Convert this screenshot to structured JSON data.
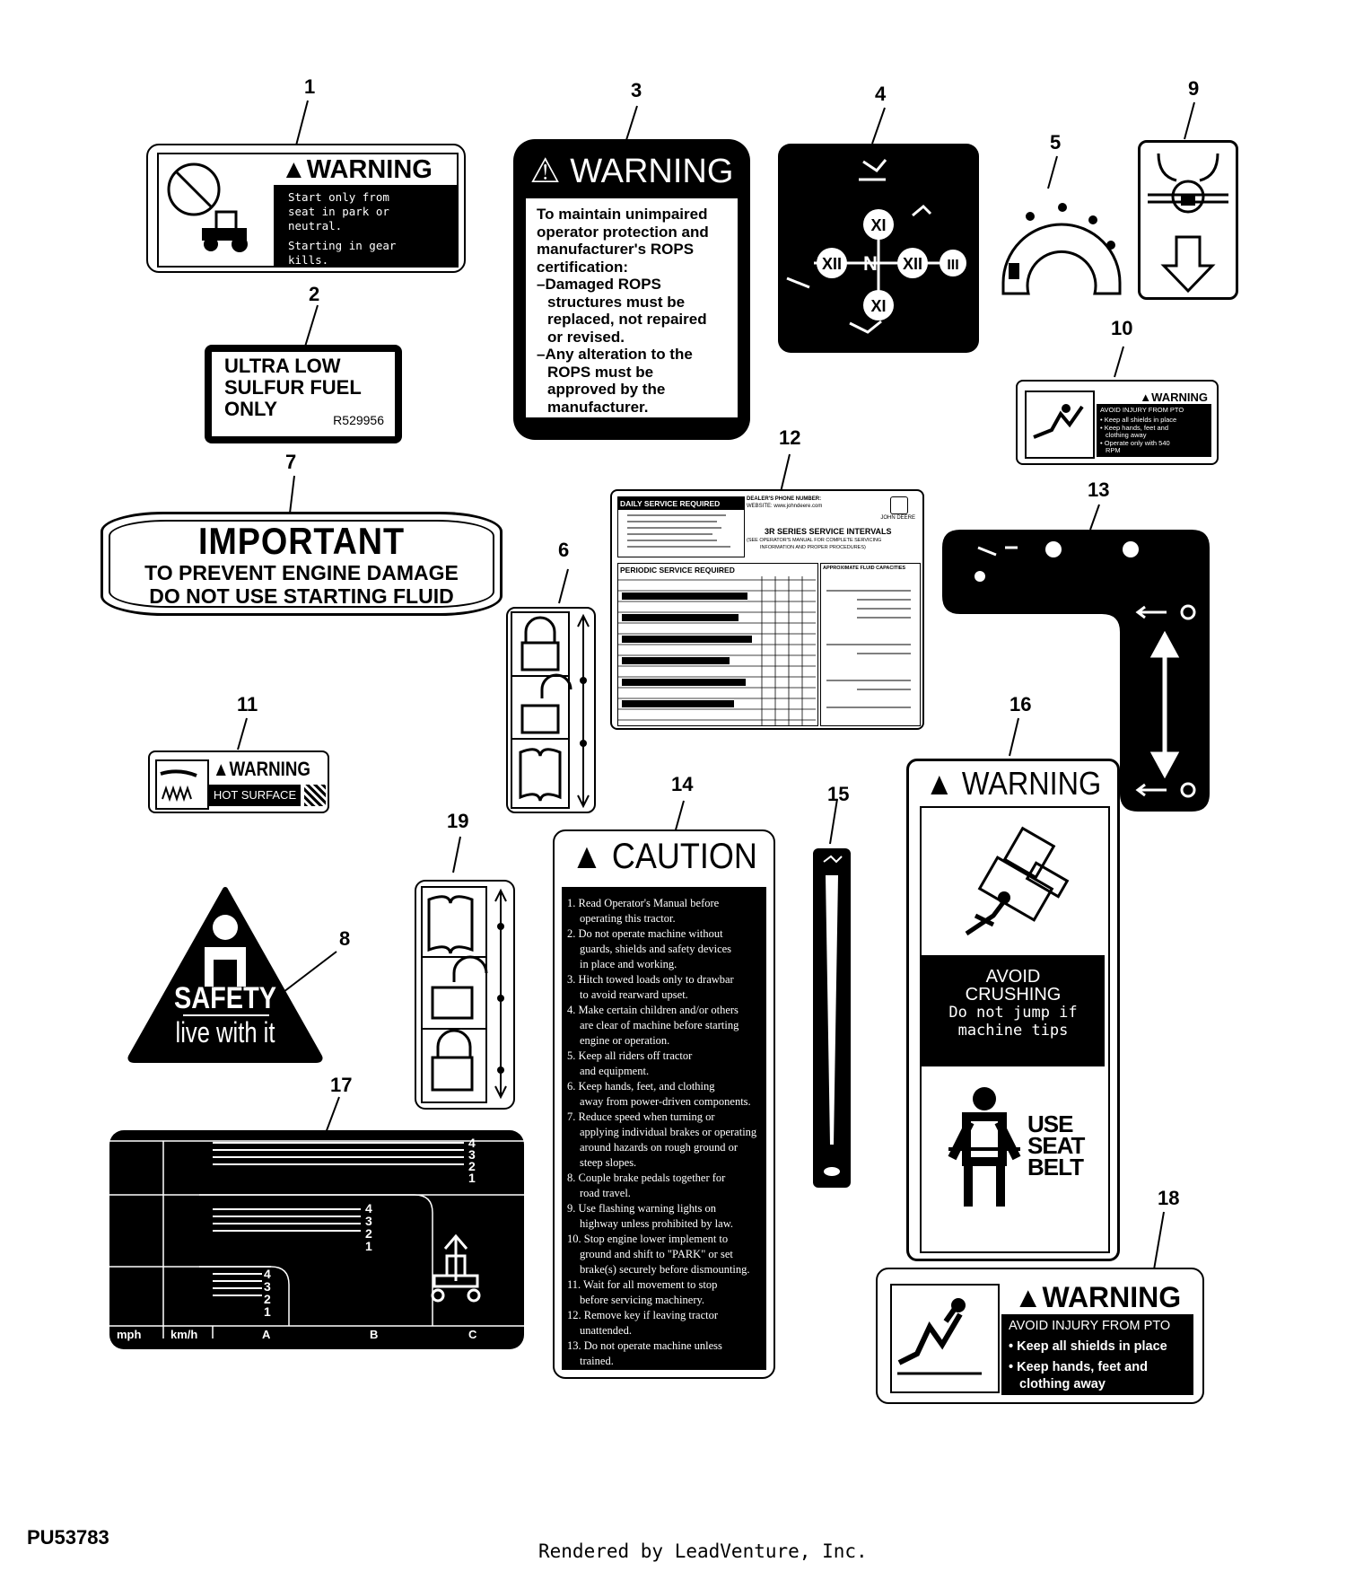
{
  "callouts": [
    "1",
    "2",
    "3",
    "4",
    "5",
    "6",
    "7",
    "8",
    "9",
    "10",
    "11",
    "12",
    "13",
    "14",
    "15",
    "16",
    "17",
    "18",
    "19"
  ],
  "label1": {
    "heading": "WARNING",
    "line1": "Start only from",
    "line2": "seat in park or",
    "line3": "neutral.",
    "line4": "Starting in gear",
    "line5": "kills."
  },
  "label2": {
    "line1": "ULTRA LOW",
    "line2": "SULFUR FUEL",
    "line3": "ONLY",
    "part": "R529956"
  },
  "label3": {
    "heading": "WARNING",
    "lines": [
      "To maintain unimpaired",
      "operator protection and",
      "manufacturer's ROPS",
      "certification:",
      "–Damaged ROPS",
      "structures must be",
      "replaced, not repaired",
      "or revised.",
      "–Any alteration to the",
      "ROPS must be",
      "approved by the",
      "manufacturer."
    ]
  },
  "label4": {
    "top": "XI",
    "left": "XII",
    "center": "N",
    "right": "XII",
    "far_right": "III",
    "bottom": "XI"
  },
  "label7": {
    "line1": "IMPORTANT",
    "line2": "TO PREVENT ENGINE DAMAGE",
    "line3": "DO NOT USE STARTING FLUID"
  },
  "label8": {
    "line1": "SAFETY",
    "line2": "live with it"
  },
  "label10": {
    "heading": "WARNING",
    "sub": "AVOID INJURY FROM PTO",
    "b1": "• Keep all shields in place",
    "b2": "• Keep hands, feet and",
    "b3": "clothing away",
    "b4": "• Operate only with 540",
    "b5": "RPM"
  },
  "label11": {
    "heading": "WARNING",
    "sub": "HOT SURFACE"
  },
  "label12": {
    "daily": "DAILY SERVICE REQUIRED",
    "phone": "DEALER'S PHONE NUMBER:",
    "website": "WEBSITE: www.johndeere.com",
    "brand": "JOHN DEERE",
    "title": "3R SERIES SERVICE INTERVALS",
    "subtitle1": "(SEE OPERATOR'S MANUAL FOR COMPLETE SERVICING",
    "subtitle2": "INFORMATION AND PROPER PROCEDURES)",
    "periodic": "PERIODIC SERVICE REQUIRED",
    "capacities": "APPROXIMATE FLUID CAPACITIES"
  },
  "label14": {
    "heading": "CAUTION",
    "items": [
      "1. Read Operator's Manual before",
      "operating this tractor.",
      "2. Do not operate machine without",
      "guards, shields and safety devices",
      "in place and working.",
      "3. Hitch towed loads only to drawbar",
      "to avoid rearward upset.",
      "4. Make certain children and/or others",
      "are clear of machine before starting",
      "engine or operation.",
      "5. Keep all riders off tractor",
      "and equipment.",
      "6. Keep hands, feet, and clothing",
      "away from power-driven components.",
      "7. Reduce speed when turning or",
      "applying individual brakes or operating",
      "around hazards on rough ground or",
      "steep slopes.",
      "8. Couple brake pedals together for",
      "road travel.",
      "9. Use flashing warning lights on",
      "highway unless prohibited by law.",
      "10. Stop engine lower implement to",
      "ground and shift to \"PARK\" or set",
      "brake(s) securely before dismounting.",
      "11. Wait for all movement to stop",
      "before servicing machinery.",
      "12. Remove key if leaving tractor",
      "unattended.",
      "13. Do not operate machine unless",
      "trained."
    ]
  },
  "label16": {
    "heading": "WARNING",
    "mid1": "AVOID",
    "mid2": "CRUSHING",
    "mid3": "Do not jump if",
    "mid4": "machine tips",
    "seat1": "USE",
    "seat2": "SEAT",
    "seat3": "BELT"
  },
  "label17": {
    "unit1": "mph",
    "unit2": "km/h",
    "colA": "A",
    "colB": "B",
    "colC": "C",
    "gears": [
      "4",
      "3",
      "2",
      "1"
    ]
  },
  "label18": {
    "heading": "WARNING",
    "sub": "AVOID INJURY FROM PTO",
    "b1": "• Keep all shields in place",
    "b2": "• Keep hands, feet and",
    "b3": "clothing away"
  },
  "footer": {
    "part_code": "PU53783",
    "rendered": "Rendered by LeadVenture, Inc."
  }
}
